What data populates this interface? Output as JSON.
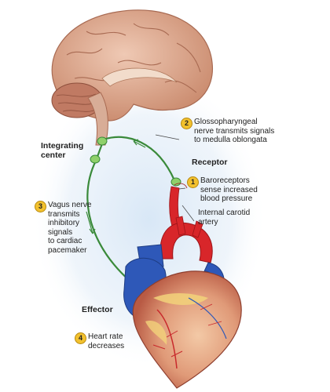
{
  "labels": {
    "integrating_center": [
      "Integrating",
      "center"
    ],
    "receptor": "Receptor",
    "effector": "Effector",
    "internal_carotid": [
      "Internal carotid",
      "artery"
    ]
  },
  "steps": [
    {
      "num": "2",
      "lines": [
        "Glossopharyngeal",
        "nerve transmits signals",
        "to medulla oblongata"
      ]
    },
    {
      "num": "1",
      "lines": [
        "Baroreceptors",
        "sense increased",
        "blood pressure"
      ]
    },
    {
      "num": "3",
      "lines": [
        "Vagus nerve",
        "transmits",
        "inhibitory",
        "signals",
        "to cardiac",
        "pacemaker"
      ]
    },
    {
      "num": "4",
      "lines": [
        "Heart rate",
        "decreases"
      ]
    }
  ],
  "colors": {
    "nerve": "#3a8a3a",
    "node": "#8fd06a",
    "artery": "#d8262a",
    "vein": "#2e58b8",
    "brain": "#d9a48a",
    "glow": "#d6e6f6",
    "badge": "#f2c12e"
  }
}
